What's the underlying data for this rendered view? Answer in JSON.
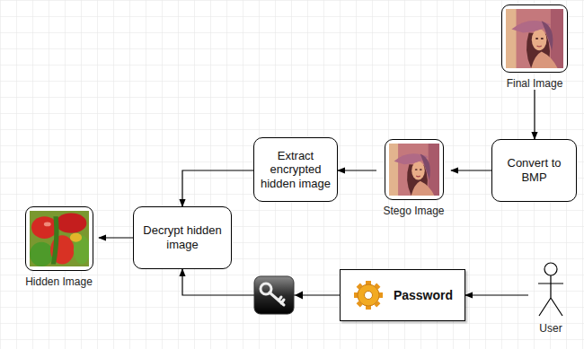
{
  "diagram": {
    "nodes": [
      {
        "text": [
          "Final Image"
        ]
      },
      {
        "text": [
          "Convert to BMP"
        ]
      },
      {
        "text": [
          "Stego Image"
        ]
      },
      {
        "text": [
          "Extract encrypted hidden image"
        ]
      },
      {
        "text": [
          "Decrypt hidden image"
        ]
      },
      {
        "text": [
          "Hidden Image"
        ]
      },
      {
        "text": [
          "Password"
        ]
      },
      {
        "text": [
          "User"
        ]
      }
    ],
    "edges": [
      {
        "from": 0,
        "to": 1,
        "arrow": "to"
      },
      {
        "from": 1,
        "to": 2,
        "arrow": "to"
      },
      {
        "from": 2,
        "to": 3,
        "arrow": "to"
      },
      {
        "from": 3,
        "to": 4,
        "arrow": "to"
      },
      {
        "from": 4,
        "to": 5,
        "arrow": "to"
      },
      {
        "from": 7,
        "to": 6,
        "arrow": "to"
      },
      {
        "from": 6,
        "to": 4,
        "arrow": "to"
      }
    ]
  }
}
